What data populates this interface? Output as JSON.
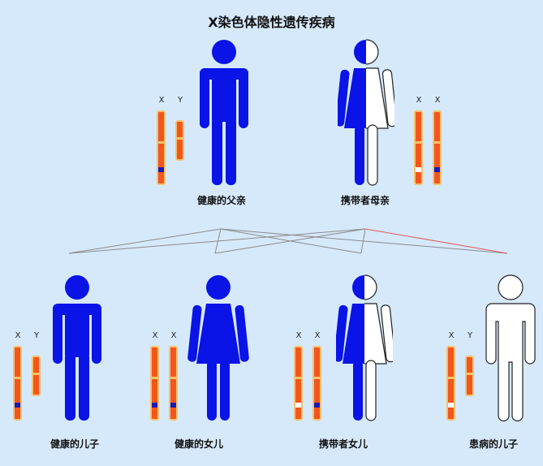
{
  "title": "X染色体隐性遗传疾病",
  "colors": {
    "background": "#d6e9fb",
    "affected_body": "#0a14e6",
    "white_body": "#ffffff",
    "chromosome": "#f2561e",
    "chromosome_outline": "#f5c26a",
    "normal_band": "#1a1ab8",
    "recessive_band": "#ffffff"
  },
  "chromosome_labels": {
    "x": "X",
    "y": "Y"
  },
  "parents": {
    "father": {
      "label": "健康的父亲"
    },
    "mother": {
      "label": "携带者母亲"
    }
  },
  "children": {
    "son_healthy": {
      "label": "健康的儿子"
    },
    "daughter_healthy": {
      "label": "健康的女儿"
    },
    "daughter_carrier": {
      "label": "携带者女儿"
    },
    "son_affected": {
      "label": "患病的儿子"
    }
  }
}
